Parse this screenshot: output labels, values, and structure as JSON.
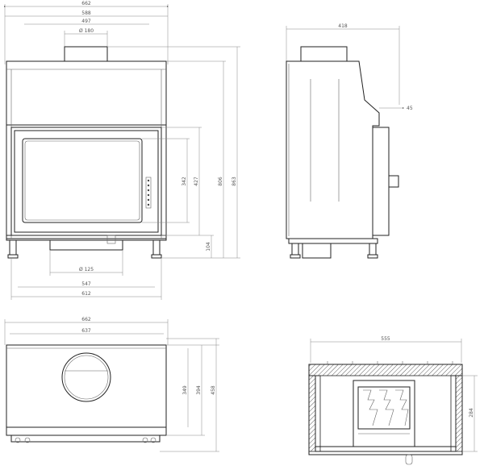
{
  "front_view": {
    "width_outer": "662",
    "width_body": "588",
    "width_top": "497",
    "flue_diameter": "Ø 180",
    "h_window": "342",
    "h_frame": "427",
    "h_total": "806",
    "h_overall": "863",
    "h_base": "104",
    "air_diameter": "Ø 125",
    "w_bottom": "547",
    "w_base": "612"
  },
  "side_view": {
    "depth": "418",
    "angle": "45"
  },
  "top_view": {
    "width_outer": "662",
    "width_inner": "637",
    "d1": "349",
    "d2": "394",
    "d3": "458"
  },
  "section_view": {
    "width": "555",
    "height": "284"
  }
}
